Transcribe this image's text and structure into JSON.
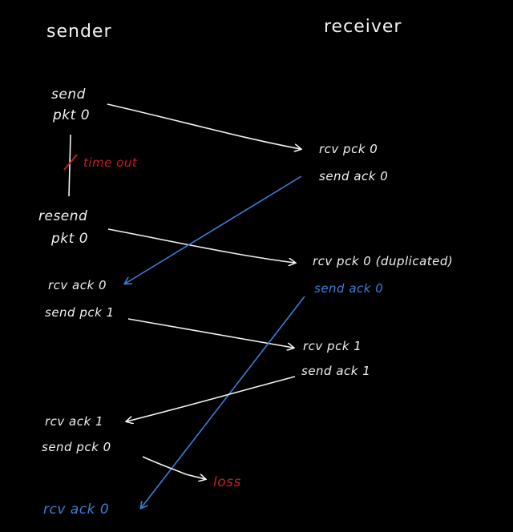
{
  "headers": {
    "sender": "sender",
    "receiver": "receiver"
  },
  "sender": {
    "send_line1": "send",
    "send_line2": "pkt 0",
    "timeout": "time out",
    "resend_line1": "resend",
    "resend_line2": "pkt 0",
    "rcv_ack0": "rcv ack 0",
    "send_pck1": "send pck 1",
    "rcv_ack1": "rcv ack 1",
    "send_pck0": "send pck 0",
    "loss": "loss",
    "rcv_ack0_final": "rcv ack 0"
  },
  "receiver": {
    "rcv_pck0": "rcv pck 0",
    "send_ack0": "send ack 0",
    "rcv_pck0_dup": "rcv pck 0  (duplicated)",
    "send_ack0_dup": "send ack 0",
    "rcv_pck1": "rcv pck 1",
    "send_ack1": "send ack 1"
  },
  "colors": {
    "background": "#000000",
    "text": "#f2f2f2",
    "red": "#c81e1e",
    "blue": "#3b7fd9",
    "arrow_white": "#f2f2f2"
  }
}
